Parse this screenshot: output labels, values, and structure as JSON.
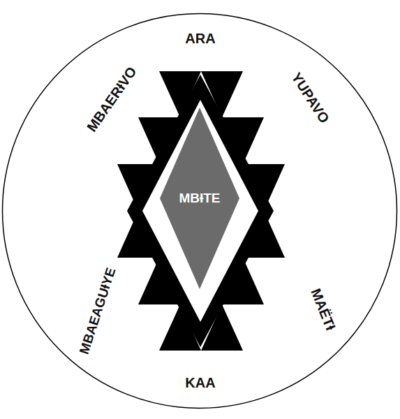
{
  "diagram": {
    "nodes": [
      {
        "text": [
          "ARA",
          "YUPAVO",
          "MAËTƗ",
          "KAA",
          "MBAEAGUƗYE",
          "MBAERƗVO"
        ]
      },
      {
        "text": [
          "MBƗTE"
        ],
        "in": 0
      }
    ]
  }
}
